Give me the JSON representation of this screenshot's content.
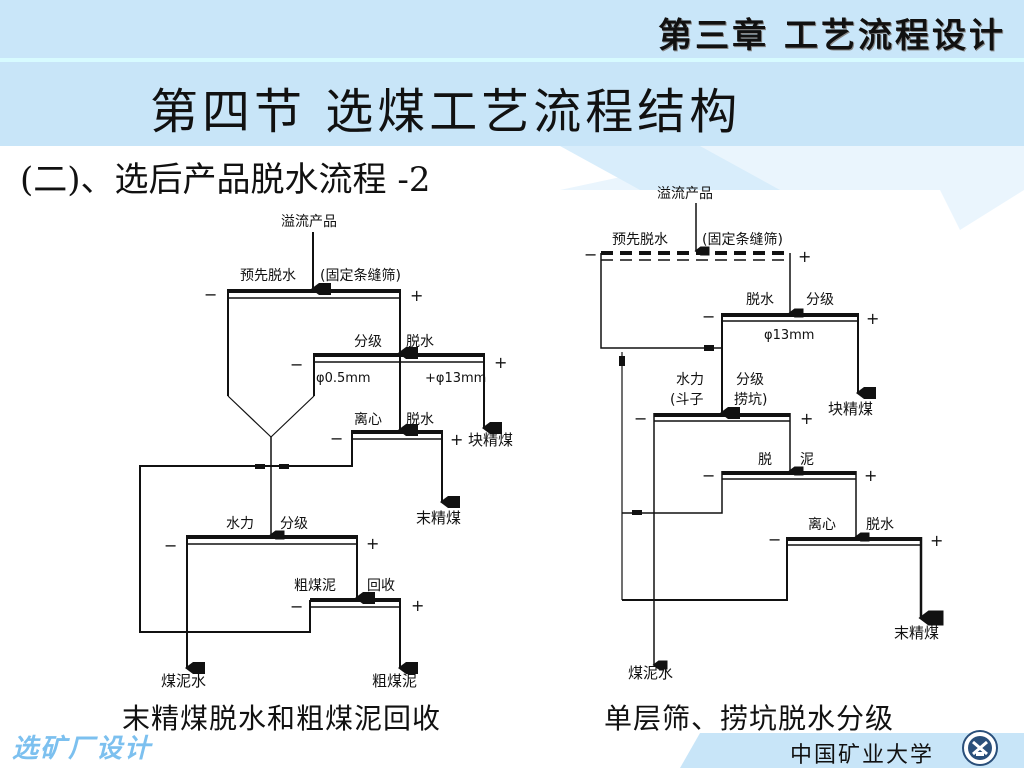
{
  "header": {
    "chapter_title": "第三章  工艺流程设计",
    "section_title": "第四节  选煤工艺流程结构",
    "subtitle": "(二)、选后产品脱水流程 -2"
  },
  "left_diagram": {
    "caption": "末精煤脱水和粗煤泥回收",
    "feed": "溢流产品",
    "screen1": "预先脱水",
    "screen1_note": "(固定条缝筛)",
    "screen2_left": "分级",
    "screen2_right": "脱水",
    "size_fine": "φ0.5mm",
    "size_coarse": "+φ13mm",
    "screen3_left": "离心",
    "screen3_right": "脱水",
    "product_lump": "块精煤",
    "product_fine": "末精煤",
    "screen4_left": "水力",
    "screen4_right": "分级",
    "screen5_left": "粗煤泥",
    "screen5_right": "回收",
    "out_slime_water": "煤泥水",
    "out_coarse_slime": "粗煤泥",
    "minus": "−",
    "plus": "+"
  },
  "right_diagram": {
    "caption": "单层筛、捞坑脱水分级",
    "feed": "溢流产品",
    "screen1": "预先脱水",
    "screen1_note": "(固定条缝筛)",
    "screen2_left": "脱水",
    "screen2_right": "分级",
    "size": "φ13mm",
    "product_lump": "块精煤",
    "screen3_left1": "水力",
    "screen3_left2": "(斗子",
    "screen3_right1": "分级",
    "screen3_right2": "捞坑)",
    "screen4_left": "脱",
    "screen4_right": "泥",
    "screen5_left": "离心",
    "screen5_right": "脱水",
    "product_fine": "末精煤",
    "out_slime_water": "煤泥水",
    "minus": "−",
    "plus": "+"
  },
  "footer": {
    "course_logo": "选矿厂设计",
    "university": "中国矿业大学",
    "emblem_icon": "university-emblem-icon"
  },
  "colors": {
    "band": "#c8e5f8",
    "logo_blue": "#7cc0ef",
    "line": "#111111"
  }
}
